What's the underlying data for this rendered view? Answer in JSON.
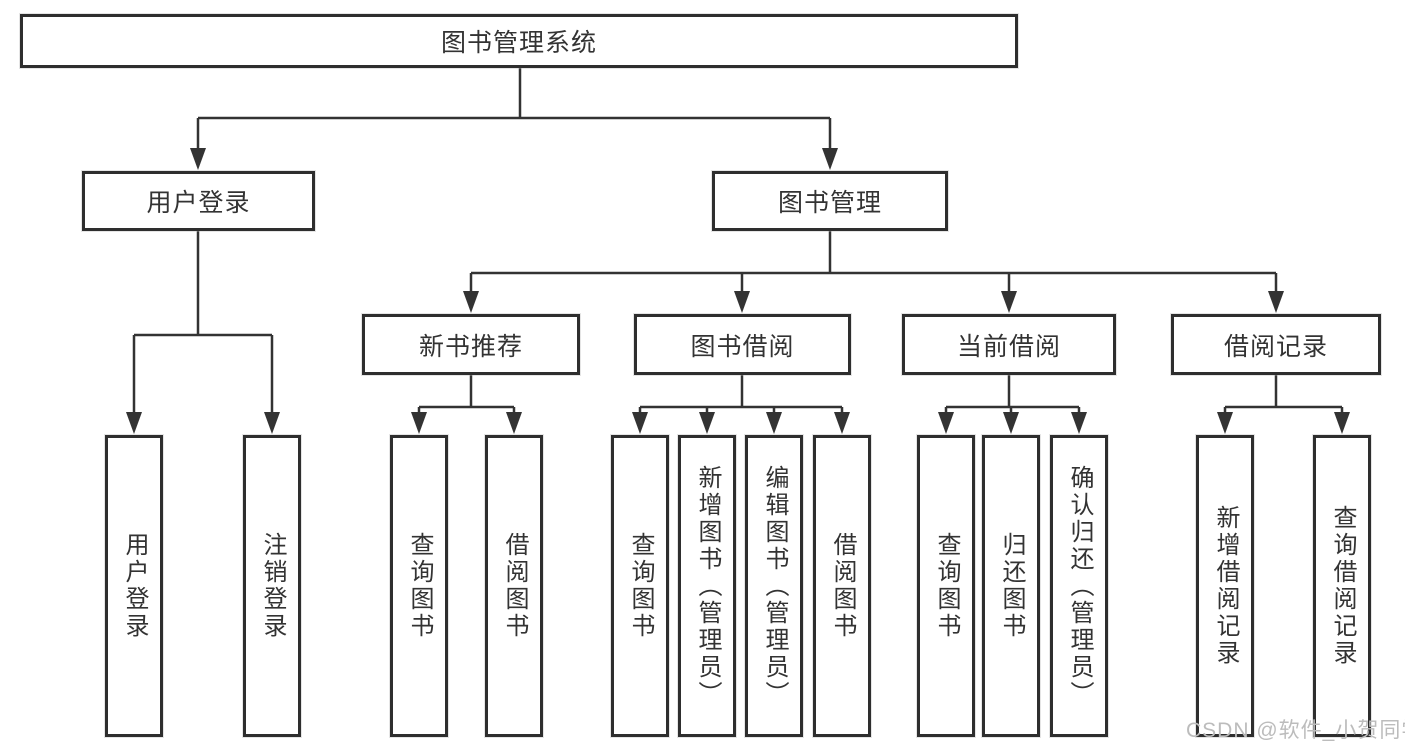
{
  "diagram": {
    "root": {
      "label": "图书管理系统"
    },
    "branches": [
      {
        "label": "用户登录",
        "children": [
          {
            "label": "用户登录"
          },
          {
            "label": "注销登录"
          }
        ]
      },
      {
        "label": "图书管理",
        "children": [
          {
            "label": "新书推荐",
            "children": [
              {
                "label": "查询图书"
              },
              {
                "label": "借阅图书"
              }
            ]
          },
          {
            "label": "图书借阅",
            "children": [
              {
                "label": "查询图书"
              },
              {
                "label": "新增图书（管理员）"
              },
              {
                "label": "编辑图书（管理员）"
              },
              {
                "label": "借阅图书"
              }
            ]
          },
          {
            "label": "当前借阅",
            "children": [
              {
                "label": "查询图书"
              },
              {
                "label": "归还图书"
              },
              {
                "label": "确认归还（管理员）"
              }
            ]
          },
          {
            "label": "借阅记录",
            "children": [
              {
                "label": "新增借阅记录"
              },
              {
                "label": "查询借阅记录"
              }
            ]
          }
        ]
      }
    ]
  },
  "colors": {
    "line": "#333333",
    "box_border": "#2e2e2e",
    "text": "#333333",
    "watermark": "#bcbcbc"
  },
  "watermark": {
    "text": "CSDN @软件_小贺同学"
  }
}
